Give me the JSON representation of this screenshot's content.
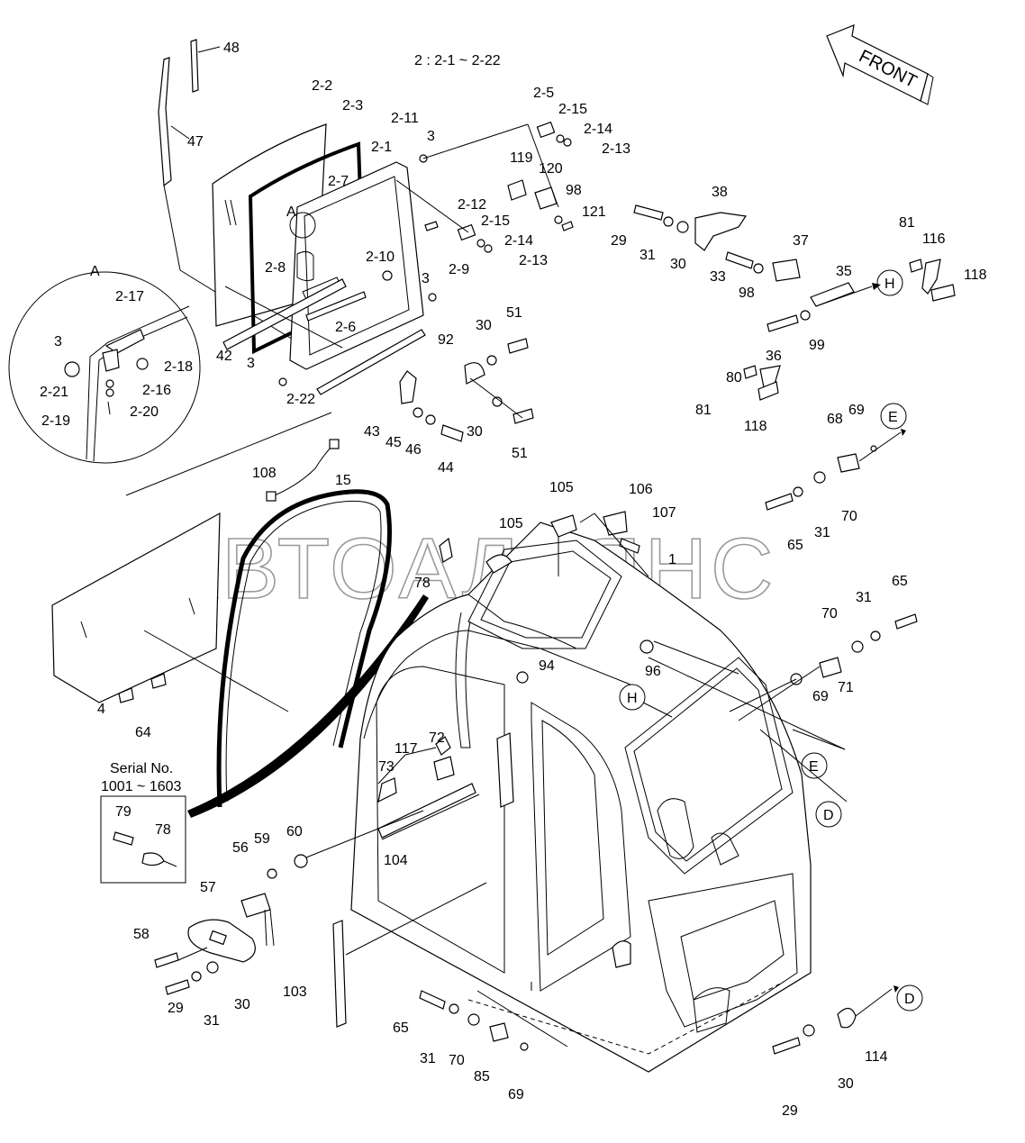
{
  "header": {
    "note": "2 : 2-1 ~ 2-22"
  },
  "front_arrow": {
    "label": "FRONT"
  },
  "watermark": "АВТОАЛЬЯНС",
  "detail_a": {
    "circle_label": "A",
    "ref_label": "A"
  },
  "serial_box": {
    "line1": "Serial No.",
    "line2": "1001 ~ 1603"
  },
  "refs": {
    "H": "H",
    "E": "E",
    "D": "D"
  },
  "labels": [
    {
      "t": "48"
    },
    {
      "t": "47"
    },
    {
      "t": "2-2"
    },
    {
      "t": "2-3"
    },
    {
      "t": "2-11"
    },
    {
      "t": "3"
    },
    {
      "t": "2-1"
    },
    {
      "t": "2-7"
    },
    {
      "t": "2-8"
    },
    {
      "t": "2-10"
    },
    {
      "t": "2-9"
    },
    {
      "t": "3"
    },
    {
      "t": "2-6"
    },
    {
      "t": "42"
    },
    {
      "t": "3"
    },
    {
      "t": "2-22"
    },
    {
      "t": "2-5"
    },
    {
      "t": "2-15"
    },
    {
      "t": "2-14"
    },
    {
      "t": "2-13"
    },
    {
      "t": "119"
    },
    {
      "t": "120"
    },
    {
      "t": "98"
    },
    {
      "t": "121"
    },
    {
      "t": "2-12"
    },
    {
      "t": "2-15"
    },
    {
      "t": "2-14"
    },
    {
      "t": "2-13"
    },
    {
      "t": "29"
    },
    {
      "t": "31"
    },
    {
      "t": "30"
    },
    {
      "t": "38"
    },
    {
      "t": "33"
    },
    {
      "t": "98"
    },
    {
      "t": "37"
    },
    {
      "t": "35"
    },
    {
      "t": "36"
    },
    {
      "t": "99"
    },
    {
      "t": "81"
    },
    {
      "t": "116"
    },
    {
      "t": "118"
    },
    {
      "t": "81"
    },
    {
      "t": "80"
    },
    {
      "t": "118"
    },
    {
      "t": "92"
    },
    {
      "t": "30"
    },
    {
      "t": "51"
    },
    {
      "t": "43"
    },
    {
      "t": "45"
    },
    {
      "t": "46"
    },
    {
      "t": "44"
    },
    {
      "t": "30"
    },
    {
      "t": "51"
    },
    {
      "t": "68"
    },
    {
      "t": "69"
    },
    {
      "t": "70"
    },
    {
      "t": "31"
    },
    {
      "t": "65"
    },
    {
      "t": "108"
    },
    {
      "t": "15"
    },
    {
      "t": "105"
    },
    {
      "t": "106"
    },
    {
      "t": "107"
    },
    {
      "t": "105"
    },
    {
      "t": "1"
    },
    {
      "t": "78"
    },
    {
      "t": "65"
    },
    {
      "t": "31"
    },
    {
      "t": "70"
    },
    {
      "t": "96"
    },
    {
      "t": "94"
    },
    {
      "t": "69"
    },
    {
      "t": "71"
    },
    {
      "t": "4"
    },
    {
      "t": "64"
    },
    {
      "t": "117"
    },
    {
      "t": "72"
    },
    {
      "t": "73"
    },
    {
      "t": "104"
    },
    {
      "t": "79"
    },
    {
      "t": "78"
    },
    {
      "t": "56"
    },
    {
      "t": "59"
    },
    {
      "t": "60"
    },
    {
      "t": "57"
    },
    {
      "t": "58"
    },
    {
      "t": "29"
    },
    {
      "t": "31"
    },
    {
      "t": "30"
    },
    {
      "t": "103"
    },
    {
      "t": "65"
    },
    {
      "t": "31"
    },
    {
      "t": "70"
    },
    {
      "t": "85"
    },
    {
      "t": "69"
    },
    {
      "t": "29"
    },
    {
      "t": "30"
    },
    {
      "t": "114"
    },
    {
      "t": "2-17"
    },
    {
      "t": "3"
    },
    {
      "t": "2-18"
    },
    {
      "t": "2-16"
    },
    {
      "t": "2-21"
    },
    {
      "t": "2-20"
    },
    {
      "t": "2-19"
    }
  ]
}
